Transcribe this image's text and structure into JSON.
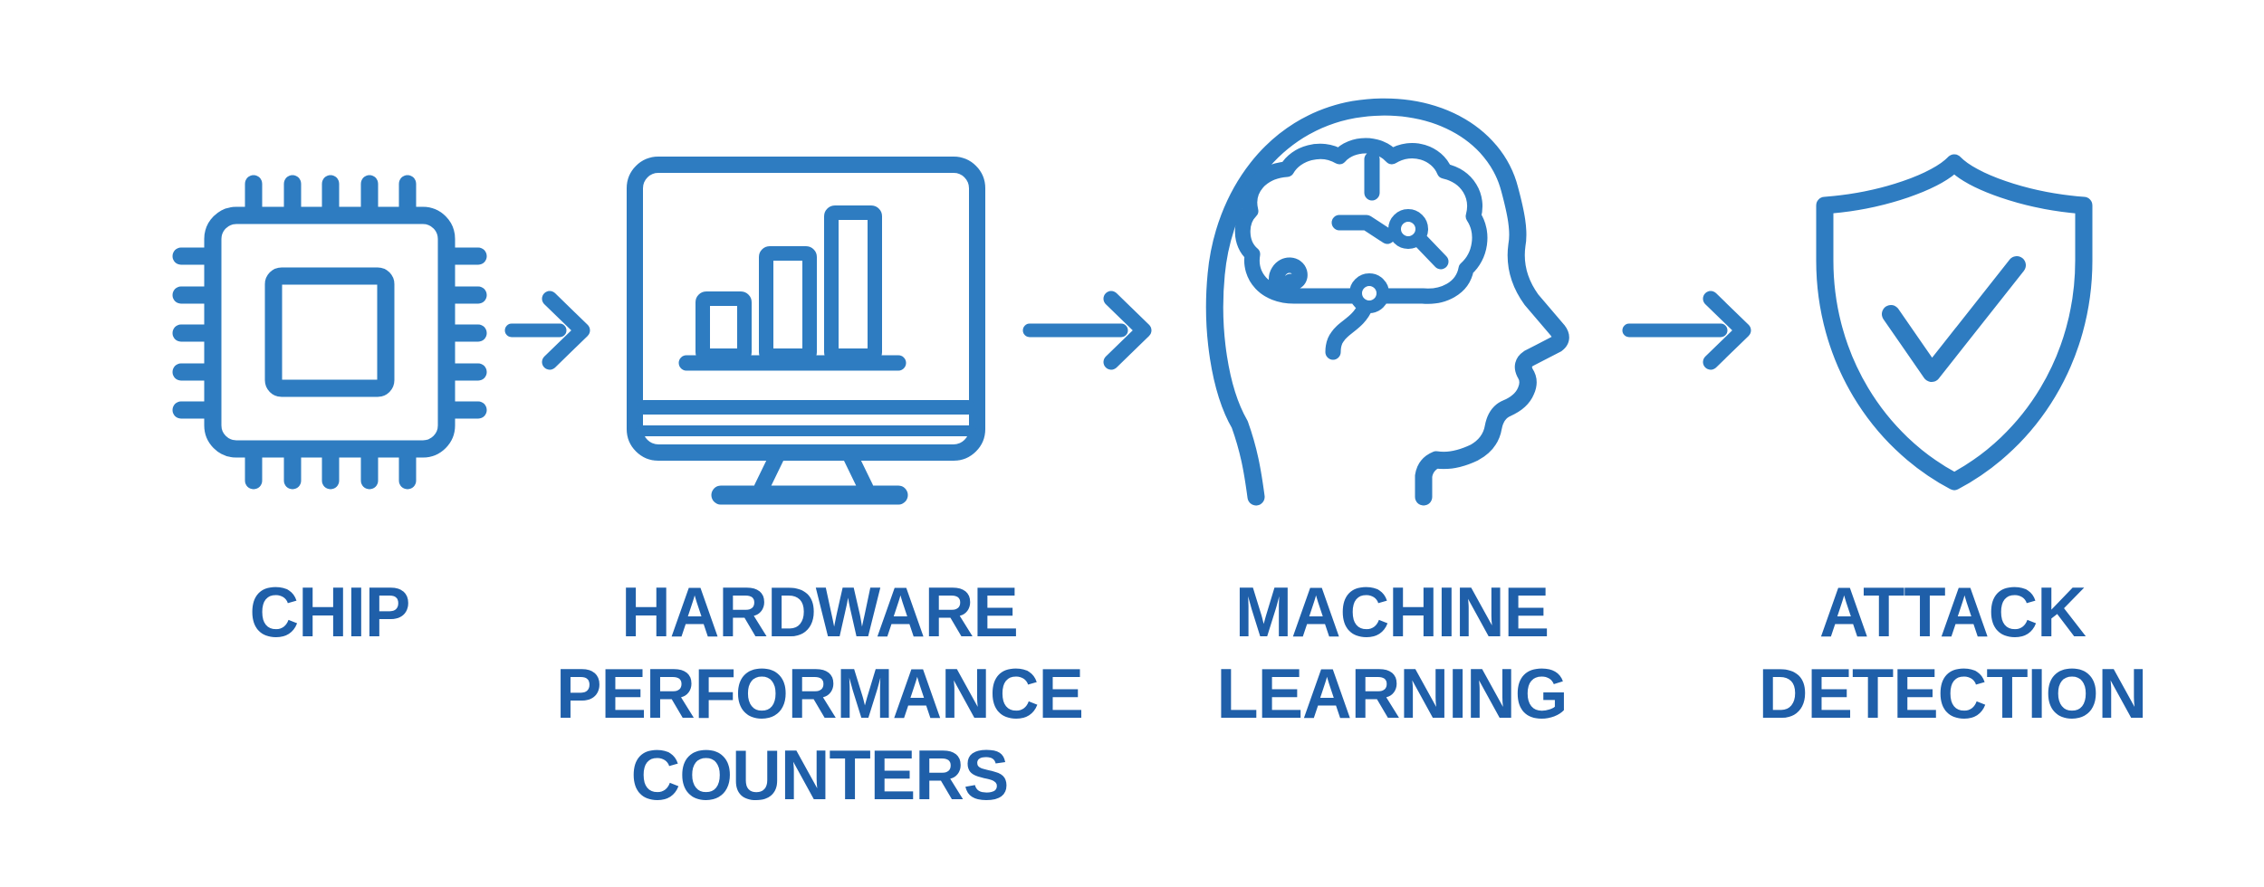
{
  "page": {
    "background": "#ffffff",
    "description_colors": {
      "icon_stroke": "#2e7cc1",
      "arrow": "#2e7cc1",
      "label_text": "#1f5fa9"
    }
  },
  "flow": {
    "stages": [
      {
        "icon": "chip-icon",
        "label_lines": [
          "CHIP"
        ]
      },
      {
        "icon": "monitor-bar-chart-icon",
        "label_lines": [
          "HARDWARE",
          "PERFORMANCE",
          "COUNTERS"
        ]
      },
      {
        "icon": "head-brain-icon",
        "label_lines": [
          "MACHINE",
          "LEARNING"
        ]
      },
      {
        "icon": "shield-check-icon",
        "label_lines": [
          "ATTACK",
          "DETECTION"
        ]
      }
    ],
    "connectors": [
      {
        "type": "arrow-right"
      },
      {
        "type": "arrow-right"
      },
      {
        "type": "arrow-right"
      }
    ]
  }
}
